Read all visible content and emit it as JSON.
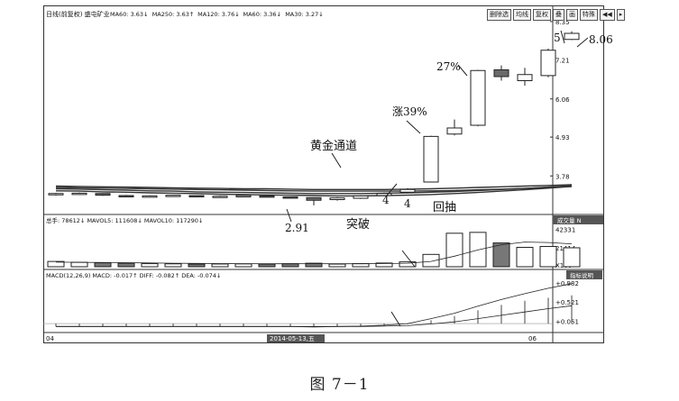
{
  "top_info": {
    "title": "日线(前复权) 盛屯矿业",
    "ma": [
      "MA60: 3.63↓",
      "MA250: 3.63↑",
      "MA120: 3.76↓",
      "MA60: 3.36↓",
      "MA30: 3.27↓"
    ]
  },
  "toolbar": [
    "删除选",
    "均线",
    "复权",
    "叠",
    "画",
    "特殊",
    "◀◀",
    "▸"
  ],
  "price_axis": [
    "8.35",
    "7.21",
    "6.06",
    "4.93",
    "3.78"
  ],
  "annotations": {
    "golden_channel": "黄金通道",
    "rise39": "涨39%",
    "rise27": "27%",
    "breakout": "突破",
    "pullback": "回抽",
    "low": "2.91",
    "four_a": "4",
    "four_b": "4",
    "five": "5",
    "high": "8.06"
  },
  "volume_panel": {
    "label": "总手: 78612↓  MAVOL5: 111608↓  MAVOL10: 117290↓",
    "tag": "成交量  N",
    "axis": [
      "42331",
      "21414",
      "X100"
    ]
  },
  "macd_panel": {
    "label": "MACD(12,26,9) MACD: -0.017↑  DIFF: -0.082↑  DEA: -0.074↓",
    "tag": "指标说明",
    "axis": [
      "+0.982",
      "+0.521",
      "+0.051"
    ]
  },
  "x_axis": {
    "left": "04",
    "middle": "2014-05-13,五",
    "right": "06"
  },
  "caption": "图 7－1",
  "chart_data": {
    "type": "candlestick",
    "candles": [
      {
        "o": 3.22,
        "c": 3.26,
        "h": 3.28,
        "l": 3.2
      },
      {
        "o": 3.25,
        "c": 3.27,
        "h": 3.29,
        "l": 3.22
      },
      {
        "o": 3.26,
        "c": 3.21,
        "h": 3.27,
        "l": 3.19
      },
      {
        "o": 3.2,
        "c": 3.18,
        "h": 3.22,
        "l": 3.16
      },
      {
        "o": 3.17,
        "c": 3.19,
        "h": 3.21,
        "l": 3.15
      },
      {
        "o": 3.19,
        "c": 3.21,
        "h": 3.22,
        "l": 3.17
      },
      {
        "o": 3.2,
        "c": 3.17,
        "h": 3.21,
        "l": 3.15
      },
      {
        "o": 3.16,
        "c": 3.18,
        "h": 3.2,
        "l": 3.14
      },
      {
        "o": 3.18,
        "c": 3.2,
        "h": 3.22,
        "l": 3.16
      },
      {
        "o": 3.19,
        "c": 3.17,
        "h": 3.2,
        "l": 3.15
      },
      {
        "o": 3.16,
        "c": 3.14,
        "h": 3.17,
        "l": 3.12
      },
      {
        "o": 3.14,
        "c": 3.06,
        "h": 3.15,
        "l": 2.91
      },
      {
        "o": 3.08,
        "c": 3.13,
        "h": 3.15,
        "l": 3.05
      },
      {
        "o": 3.12,
        "c": 3.19,
        "h": 3.21,
        "l": 3.1
      },
      {
        "o": 3.2,
        "c": 3.26,
        "h": 3.29,
        "l": 3.18
      },
      {
        "o": 3.3,
        "c": 3.38,
        "h": 3.42,
        "l": 3.27
      },
      {
        "o": 3.6,
        "c": 4.95,
        "h": 4.97,
        "l": 3.6
      },
      {
        "o": 5.02,
        "c": 5.2,
        "h": 5.45,
        "l": 4.98
      },
      {
        "o": 5.28,
        "c": 6.9,
        "h": 6.92,
        "l": 5.25
      },
      {
        "o": 6.92,
        "c": 6.72,
        "h": 7.05,
        "l": 6.6
      },
      {
        "o": 6.6,
        "c": 6.78,
        "h": 6.98,
        "l": 6.45
      },
      {
        "o": 6.75,
        "c": 7.5,
        "h": 7.55,
        "l": 6.7
      },
      {
        "o": 7.82,
        "c": 8.0,
        "h": 8.06,
        "l": 7.8
      }
    ],
    "ma_lines": [
      [
        3.48,
        3.47,
        3.46,
        3.45,
        3.44,
        3.43,
        3.42,
        3.41,
        3.4,
        3.4,
        3.39,
        3.38,
        3.38,
        3.38,
        3.38,
        3.39,
        3.4,
        3.42,
        3.44,
        3.46,
        3.48,
        3.5,
        3.52
      ],
      [
        3.44,
        3.43,
        3.42,
        3.41,
        3.4,
        3.39,
        3.38,
        3.37,
        3.36,
        3.35,
        3.34,
        3.33,
        3.33,
        3.33,
        3.33,
        3.33,
        3.34,
        3.35,
        3.37,
        3.39,
        3.41,
        3.44,
        3.47
      ],
      [
        3.4,
        3.39,
        3.37,
        3.36,
        3.34,
        3.33,
        3.31,
        3.3,
        3.29,
        3.28,
        3.27,
        3.26,
        3.26,
        3.26,
        3.27,
        3.28,
        3.3,
        3.32,
        3.35,
        3.38,
        3.41,
        3.45,
        3.49
      ],
      [
        3.34,
        3.33,
        3.31,
        3.3,
        3.28,
        3.27,
        3.26,
        3.24,
        3.23,
        3.22,
        3.21,
        3.2,
        3.19,
        3.19,
        3.2,
        3.21,
        3.23,
        3.26,
        3.29,
        3.33,
        3.37,
        3.42,
        3.47
      ]
    ],
    "volume": [
      6000,
      5000,
      4500,
      4000,
      3500,
      3300,
      3000,
      3100,
      3200,
      3000,
      3400,
      4000,
      3000,
      3500,
      4200,
      5500,
      14000,
      38000,
      39000,
      27000,
      22000,
      23000,
      21500
    ],
    "volume_ma": [
      5200,
      5000,
      4800,
      4600,
      4300,
      4000,
      3800,
      3600,
      3500,
      3400,
      3400,
      3500,
      3400,
      3400,
      3600,
      4000,
      6000,
      12000,
      19000,
      25000,
      28000,
      27500,
      26000
    ],
    "macd": [
      -0.07,
      -0.07,
      -0.07,
      -0.07,
      -0.07,
      -0.07,
      -0.07,
      -0.07,
      -0.07,
      -0.07,
      -0.07,
      -0.08,
      -0.07,
      -0.06,
      -0.05,
      -0.02,
      0.08,
      0.18,
      0.32,
      0.45,
      0.55,
      0.62,
      0.68
    ],
    "dif": [
      -0.07,
      -0.07,
      -0.07,
      -0.07,
      -0.07,
      -0.07,
      -0.07,
      -0.07,
      -0.07,
      -0.07,
      -0.07,
      -0.08,
      -0.07,
      -0.06,
      -0.04,
      0.0,
      0.12,
      0.25,
      0.42,
      0.58,
      0.72,
      0.85,
      0.96
    ],
    "dea": [
      -0.07,
      -0.07,
      -0.07,
      -0.07,
      -0.07,
      -0.07,
      -0.07,
      -0.07,
      -0.07,
      -0.07,
      -0.07,
      -0.07,
      -0.07,
      -0.07,
      -0.06,
      -0.05,
      -0.01,
      0.04,
      0.12,
      0.2,
      0.28,
      0.36,
      0.43
    ],
    "price_range": [
      2.8,
      8.4
    ],
    "volume_range": [
      0,
      45000
    ],
    "macd_range": [
      -0.15,
      1.0
    ]
  }
}
